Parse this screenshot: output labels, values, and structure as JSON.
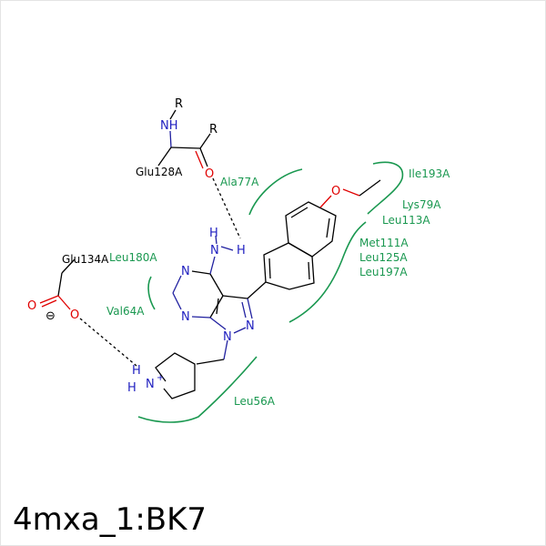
{
  "title": "4mxa_1:BK7",
  "colors": {
    "residue_green": "#1a9850",
    "nitrogen_blue": "#2020c0",
    "oxygen_red": "#e00000",
    "bond_black": "#000000"
  },
  "atoms": {
    "r_top": "R",
    "nh": "NH",
    "r_right": "R",
    "o_carbonyl": "O",
    "n_pyr_top": "N",
    "n_pyr_bottom": "N",
    "n_amine": "N",
    "h_amine_up": "H",
    "h_amine_right": "H",
    "n_pyrazole_1": "N",
    "n_pyrazole_2": "N",
    "o_ether": "O",
    "o_carboxyl_1": "O",
    "o_carboxyl_2": "O",
    "minus_charge": "⊖",
    "h_pip_1": "H",
    "h_pip_2": "H",
    "n_pip": "N",
    "plus_charge": "+"
  },
  "residues": {
    "glu128a": "Glu128A",
    "glu134a": "Glu134A",
    "ala77a": "Ala77A",
    "leu180a": "Leu180A",
    "val64a": "Val64A",
    "leu56a": "Leu56A",
    "ile193a": "Ile193A",
    "lys79a": "Lys79A",
    "leu113a": "Leu113A",
    "met111a": "Met111A",
    "leu125a": "Leu125A",
    "leu197a": "Leu197A"
  }
}
